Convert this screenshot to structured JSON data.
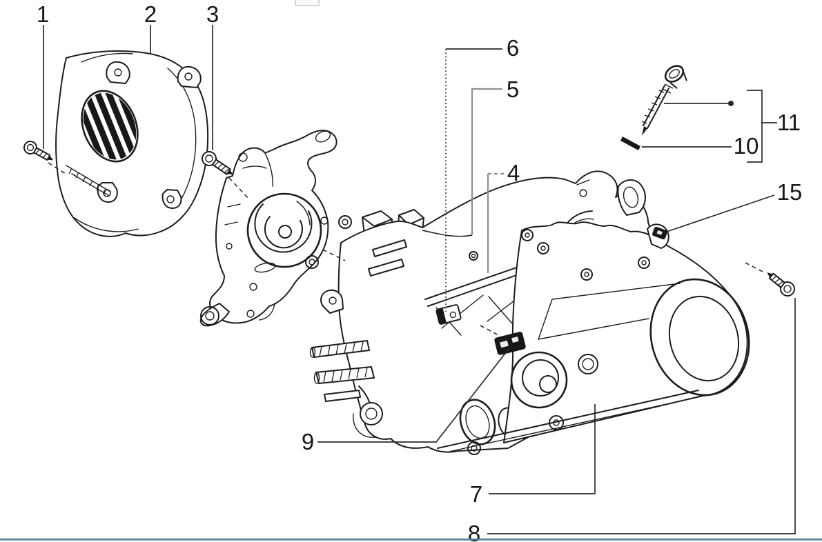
{
  "diagram": {
    "kind": "exploded-parts-diagram",
    "subject": "engine crankcase and covers"
  },
  "colors": {
    "ink": "#1c1c1c",
    "leader": "#2a2a2a",
    "leader_gray": "#8f8f8f",
    "accent_teal": "#4d7f95",
    "artifact_gray": "#c8c8c8"
  },
  "callouts": [
    {
      "label": "1"
    },
    {
      "label": "2"
    },
    {
      "label": "3"
    },
    {
      "label": "4"
    },
    {
      "label": "5"
    },
    {
      "label": "6"
    },
    {
      "label": "7"
    },
    {
      "label": "8"
    },
    {
      "label": "9"
    },
    {
      "label": "10"
    },
    {
      "label": "11"
    },
    {
      "label": "15"
    }
  ]
}
